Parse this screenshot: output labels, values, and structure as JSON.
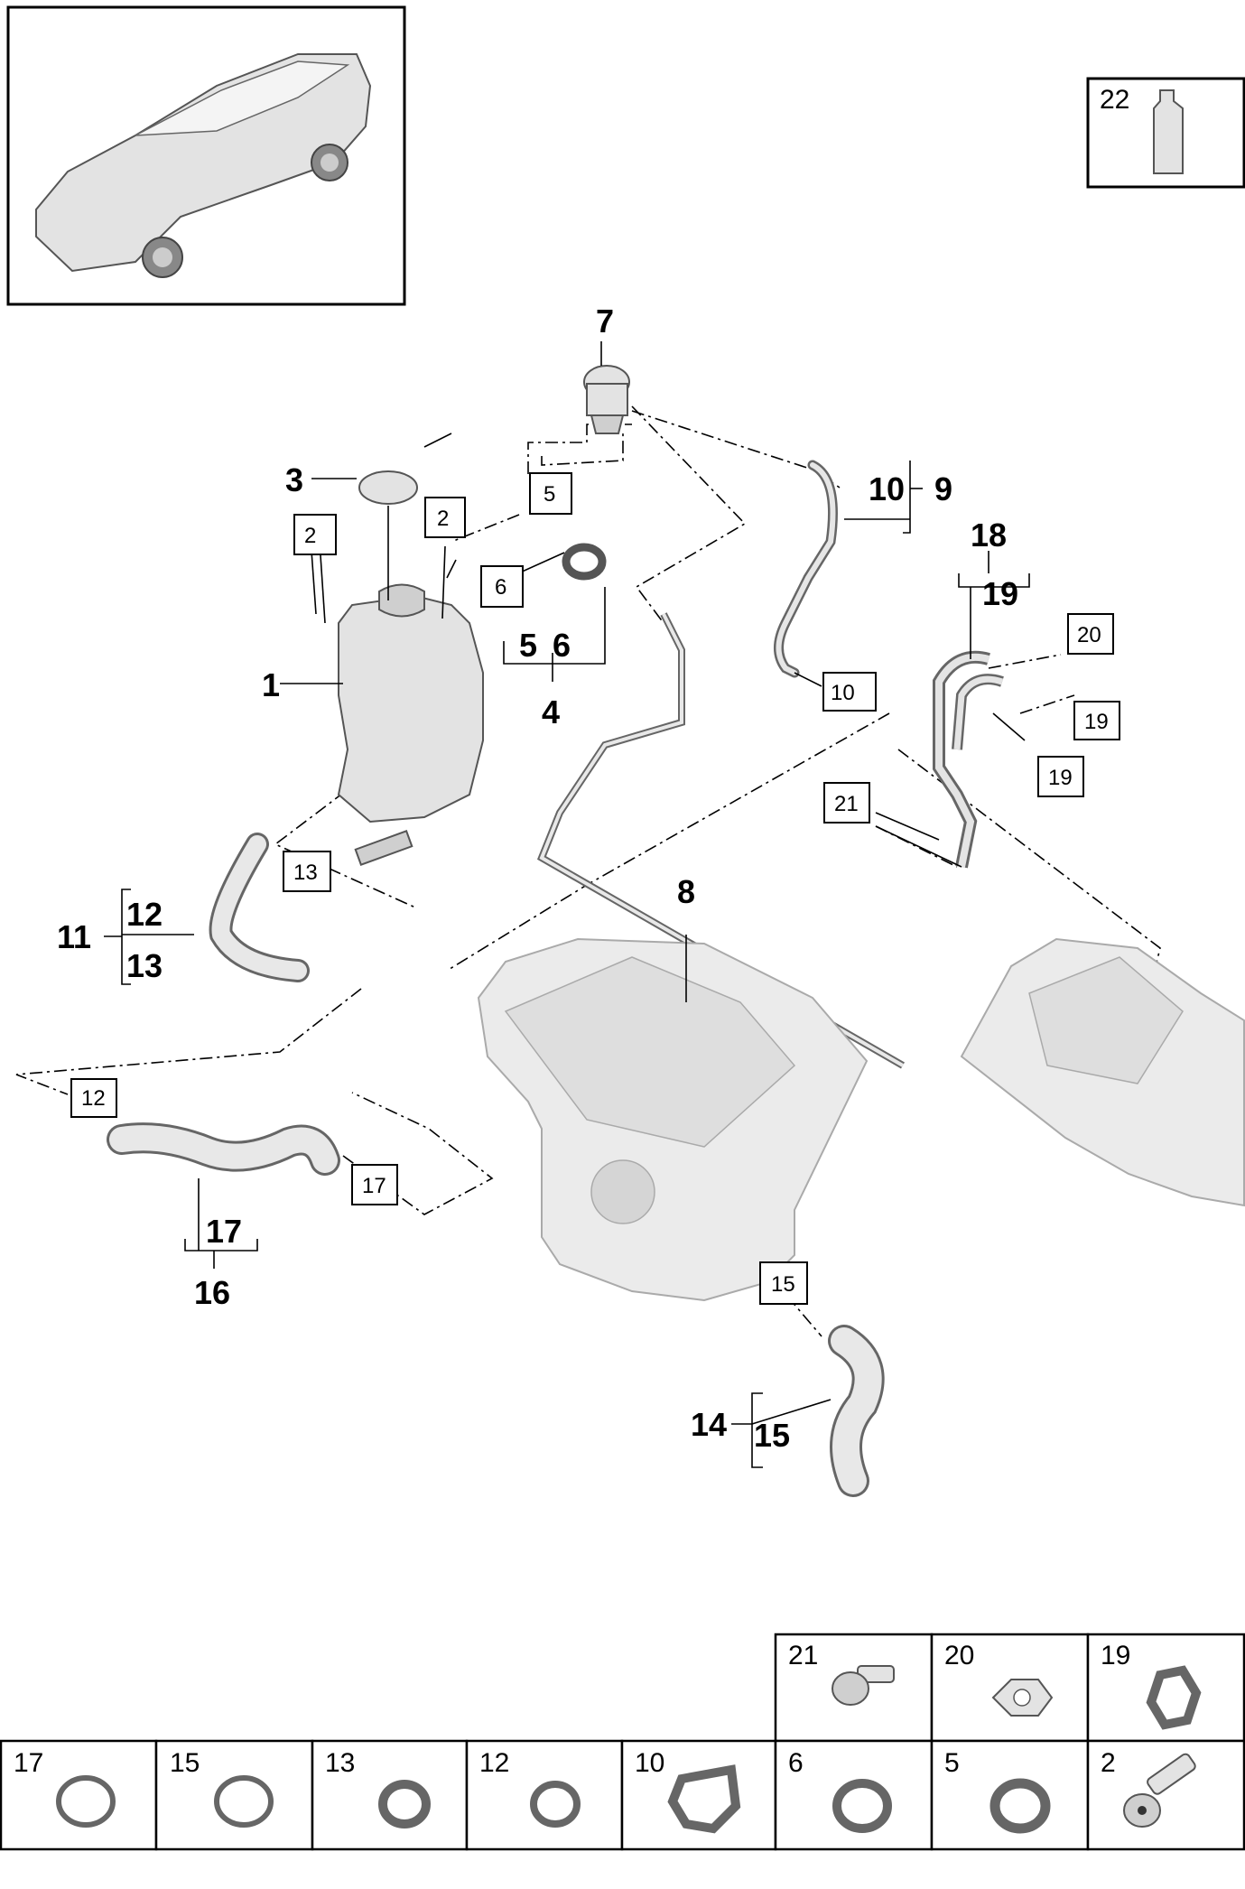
{
  "callouts": {
    "c1": "1",
    "c3": "3",
    "c4": "4",
    "c5": "5",
    "c6": "6",
    "c7": "7",
    "c8": "8",
    "c9": "9",
    "c10": "10",
    "c11": "11",
    "c12": "12",
    "c13": "13",
    "c14": "14",
    "c15": "15",
    "c16": "16",
    "c17": "17",
    "c18": "18",
    "c19": "19"
  },
  "boxed": {
    "b2a": "2",
    "b2b": "2",
    "b5": "5",
    "b6": "6",
    "b10": "10",
    "b13": "13",
    "b12": "12",
    "b17": "17",
    "b15": "15",
    "b20": "20",
    "b19a": "19",
    "b19b": "19",
    "b21": "21"
  },
  "inset": {
    "label": "22"
  },
  "hardware_table": {
    "top_row": [
      "21",
      "20",
      "19"
    ],
    "bottom_row": [
      "17",
      "15",
      "13",
      "12",
      "10",
      "6",
      "5",
      "2"
    ]
  }
}
